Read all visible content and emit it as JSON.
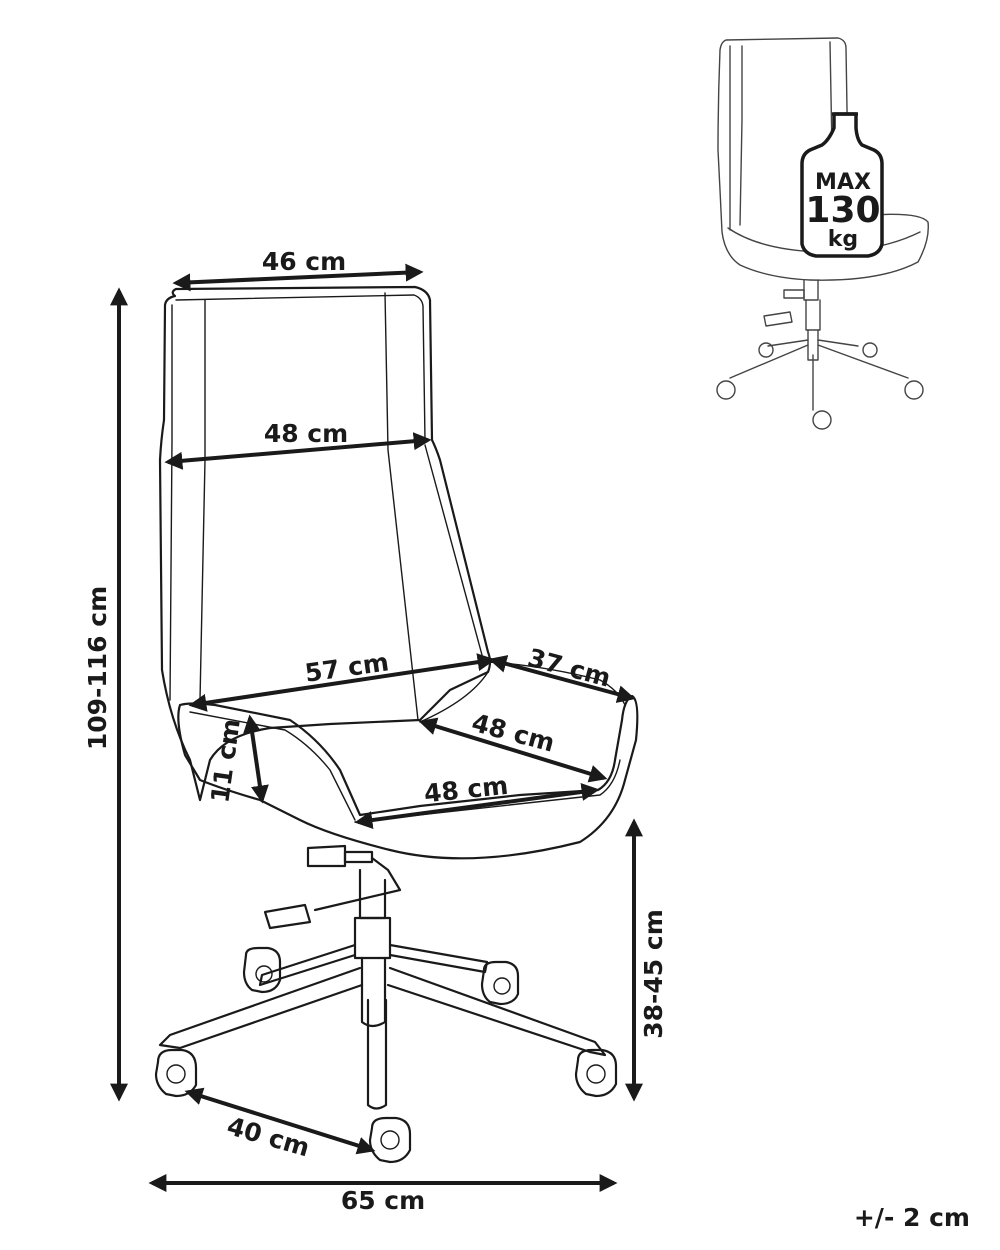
{
  "dimensions": {
    "backrest_top_width": "46 cm",
    "backrest_width": "48 cm",
    "seat_width_back": "57 cm",
    "armrest_length": "37 cm",
    "seat_depth": "48 cm",
    "seat_width_front": "48 cm",
    "armrest_height": "11 cm",
    "total_height": "109-116 cm",
    "seat_height": "38-45 cm",
    "leg_length": "40 cm",
    "base_width": "65 cm"
  },
  "load_badge": {
    "label_top": "MAX",
    "value": "130",
    "unit": "kg"
  },
  "tolerance": "+/- 2 cm"
}
